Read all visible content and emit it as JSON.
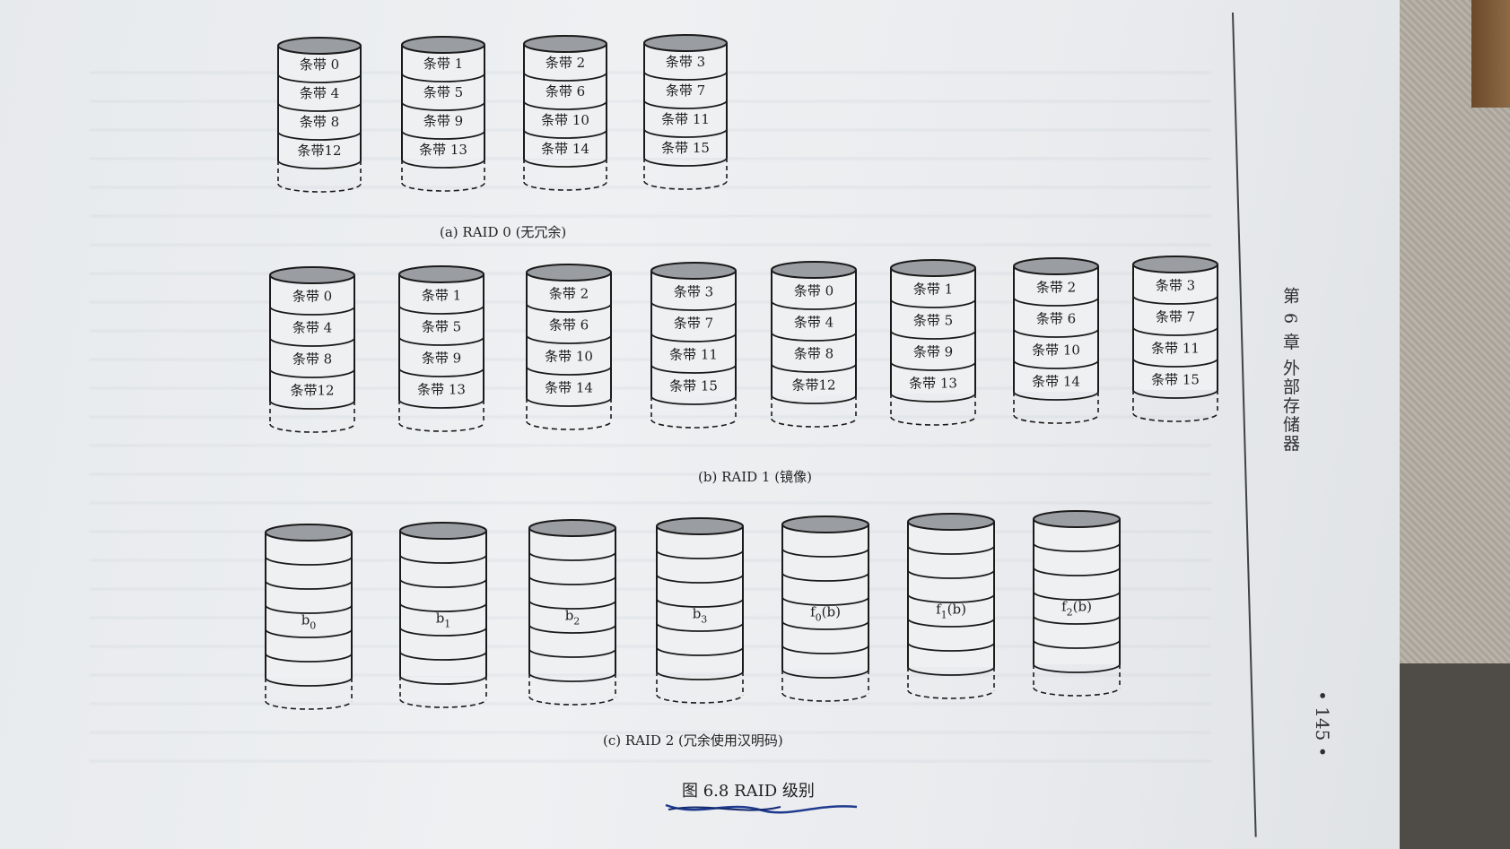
{
  "chapter_header": "第 6 章  外部存储器",
  "page_number": "• 145 •",
  "figure_caption": "图 6.8   RAID 级别",
  "panels": [
    {
      "id": "raid0",
      "caption": "(a)  RAID 0 (无冗余)",
      "disks": [
        [
          "条带 0",
          "条带 4",
          "条带 8",
          "条带12"
        ],
        [
          "条带 1",
          "条带 5",
          "条带 9",
          "条带 13"
        ],
        [
          "条带 2",
          "条带 6",
          "条带 10",
          "条带 14"
        ],
        [
          "条带 3",
          "条带 7",
          "条带 11",
          "条带 15"
        ]
      ]
    },
    {
      "id": "raid1",
      "caption": "(b)  RAID 1 (镜像)",
      "disks": [
        [
          "条带 0",
          "条带 4",
          "条带 8",
          "条带12"
        ],
        [
          "条带 1",
          "条带 5",
          "条带 9",
          "条带 13"
        ],
        [
          "条带 2",
          "条带 6",
          "条带 10",
          "条带 14"
        ],
        [
          "条带 3",
          "条带 7",
          "条带 11",
          "条带 15"
        ],
        [
          "条带 0",
          "条带 4",
          "条带 8",
          "条带12"
        ],
        [
          "条带 1",
          "条带 5",
          "条带 9",
          "条带 13"
        ],
        [
          "条带 2",
          "条带 6",
          "条带 10",
          "条带 14"
        ],
        [
          "条带 3",
          "条带 7",
          "条带 11",
          "条带 15"
        ]
      ]
    },
    {
      "id": "raid2",
      "caption": "(c)  RAID 2 (冗余使用汉明码)",
      "disks": [
        {
          "base": "b",
          "sub": "0",
          "suffix": ""
        },
        {
          "base": "b",
          "sub": "1",
          "suffix": ""
        },
        {
          "base": "b",
          "sub": "2",
          "suffix": ""
        },
        {
          "base": "b",
          "sub": "3",
          "suffix": ""
        },
        {
          "base": "f",
          "sub": "0",
          "suffix": "(b)"
        },
        {
          "base": "f",
          "sub": "1",
          "suffix": "(b)"
        },
        {
          "base": "f",
          "sub": "2",
          "suffix": "(b)"
        }
      ]
    }
  ],
  "colors": {
    "disk_top": "#9a9da1",
    "disk_body": "#eef0f2",
    "ink": "#1a1a1a",
    "underline_ink": "#1f3b8f"
  }
}
